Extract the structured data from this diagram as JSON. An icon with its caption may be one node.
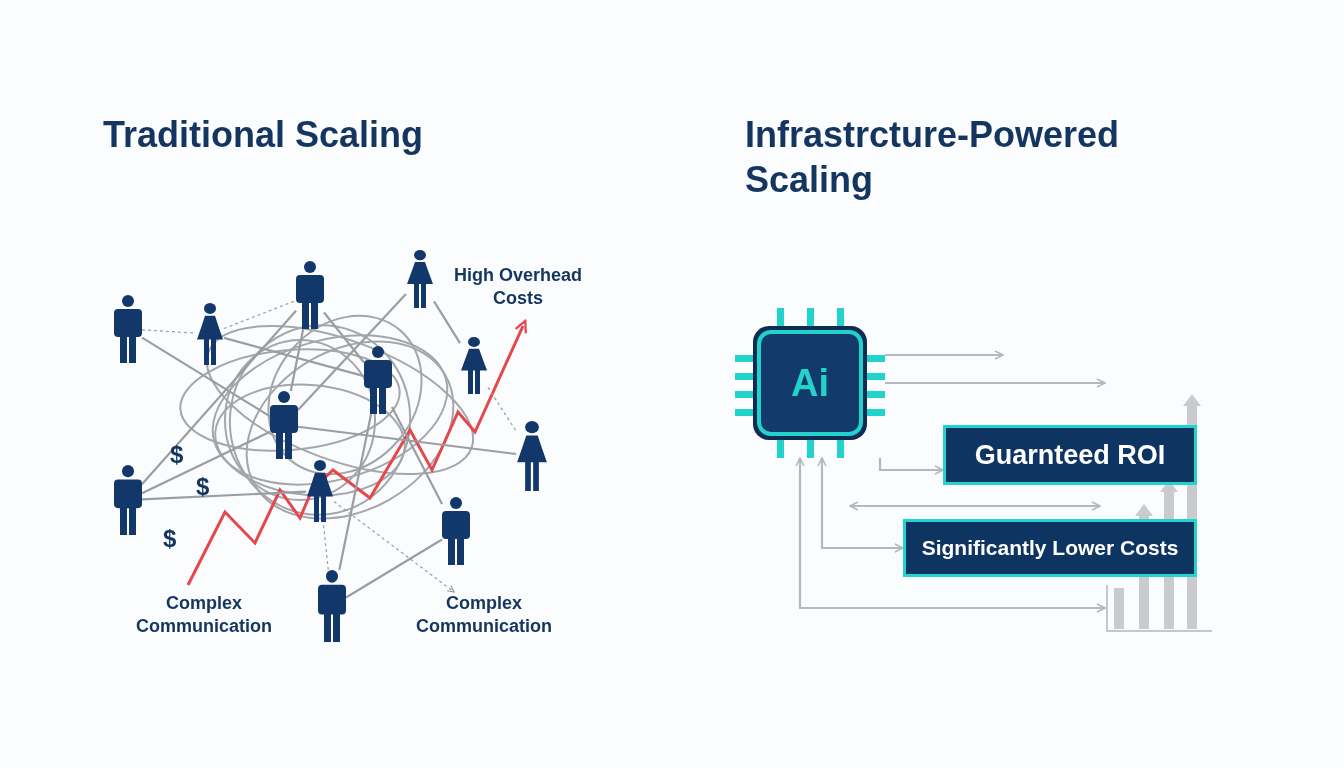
{
  "diagram": {
    "nodes": [
      {
        "text": [
          "Ai"
        ]
      },
      {
        "text": [
          "Guarnteed ROI"
        ]
      },
      {
        "text": [
          "Significantly Lower Costs"
        ]
      },
      {
        "text": [],
        "shape": "person"
      },
      {
        "text": [],
        "shape": "person"
      },
      {
        "text": [],
        "shape": "person"
      },
      {
        "text": [],
        "shape": "person"
      },
      {
        "text": [],
        "shape": "person"
      },
      {
        "text": [],
        "shape": "person"
      },
      {
        "text": [],
        "shape": "person"
      },
      {
        "text": [],
        "shape": "person"
      },
      {
        "text": [],
        "shape": "person"
      },
      {
        "text": [],
        "shape": "person"
      },
      {
        "text": [],
        "shape": "person"
      },
      {
        "text": [],
        "shape": "person"
      },
      {
        "text": [],
        "shape": "picture"
      },
      {
        "text": [
          "Complex Communication"
        ]
      }
    ],
    "edges": [
      {
        "from": 0,
        "to": 1,
        "arrow": "to"
      },
      {
        "from": 0,
        "to": 2,
        "arrow": "both"
      },
      {
        "from": 0,
        "to": 15,
        "arrow": "both"
      },
      {
        "from": 0,
        "to": null,
        "arrow": "to"
      },
      {
        "from": 0,
        "to": 15,
        "arrow": "to"
      },
      {
        "from": 3,
        "to": 9,
        "arrow": "none"
      },
      {
        "from": 3,
        "to": 4,
        "arrow": "none",
        "style": "dashed"
      },
      {
        "from": 4,
        "to": 7,
        "arrow": "none"
      },
      {
        "from": 4,
        "to": 5,
        "arrow": "none",
        "style": "dashed"
      },
      {
        "from": 5,
        "to": 7,
        "arrow": "none"
      },
      {
        "from": 5,
        "to": 9,
        "arrow": "none"
      },
      {
        "from": 6,
        "to": 9,
        "arrow": "none"
      },
      {
        "from": 6,
        "to": 8,
        "arrow": "none"
      },
      {
        "from": 11,
        "to": 5,
        "arrow": "none"
      },
      {
        "from": 11,
        "to": 9,
        "arrow": "none"
      },
      {
        "from": 11,
        "to": 12,
        "arrow": "none"
      },
      {
        "from": 14,
        "to": 13,
        "arrow": "none"
      },
      {
        "from": 14,
        "to": 7,
        "arrow": "none"
      },
      {
        "from": 14,
        "to": 12,
        "arrow": "none",
        "style": "dashed"
      },
      {
        "from": 12,
        "to": 16,
        "arrow": "to",
        "style": "dashed"
      },
      {
        "from": 13,
        "to": 7,
        "arrow": "none"
      },
      {
        "from": 10,
        "to": 9,
        "arrow": "none"
      },
      {
        "from": 8,
        "to": 10,
        "arrow": "none",
        "style": "dashed"
      }
    ],
    "labels": [
      "Traditional Scaling",
      "Infrastrcture-Powered Scaling",
      "High Overhead Costs",
      "$",
      "$",
      "$",
      "Complex Communication"
    ]
  }
}
